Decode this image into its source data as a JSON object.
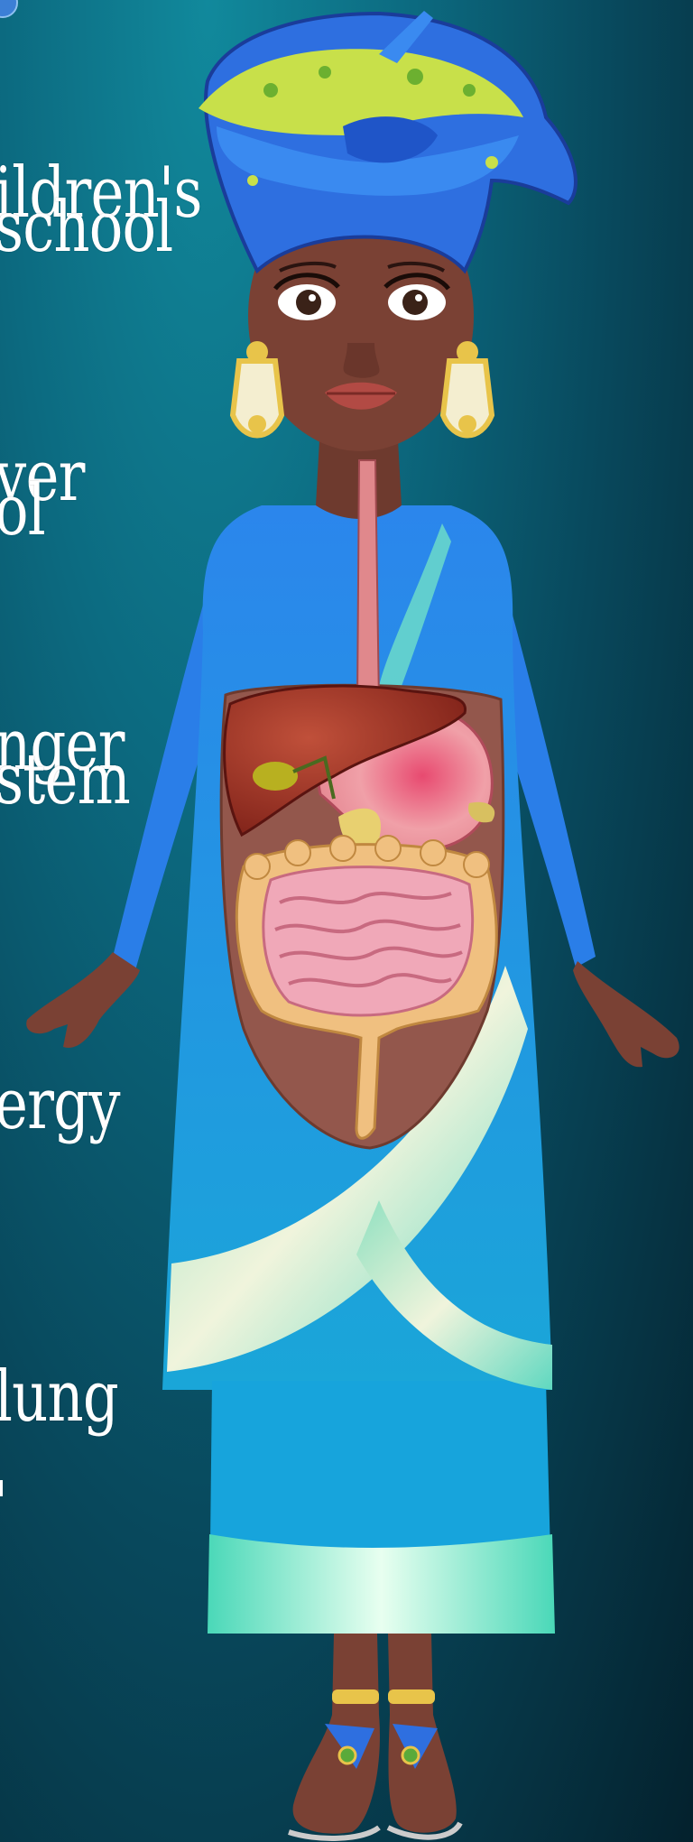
{
  "menu": {
    "items": [
      {
        "line1": "ildren's",
        "line2": "school"
      },
      {
        "line1": "ver",
        "line2": "ol"
      },
      {
        "line1": "nger",
        "line2": "stem"
      },
      {
        "line1": "ergy",
        "line2": ""
      },
      {
        "line1": "lung",
        "line2": ""
      }
    ]
  },
  "character": {
    "name_icon": "woman-digestive-system-illustration",
    "colors": {
      "skin": "#7a4134",
      "dress": "#2a86e6",
      "dress_light": "#6fe0c8",
      "headwrap": "#2e6fe0",
      "headwrap_pattern": "#c8e04a",
      "gold": "#e8c44a",
      "liver": "#9a2e22",
      "stomach": "#e79aa0",
      "intestine": "#f0a8b8",
      "colon": "#f0c080"
    }
  }
}
